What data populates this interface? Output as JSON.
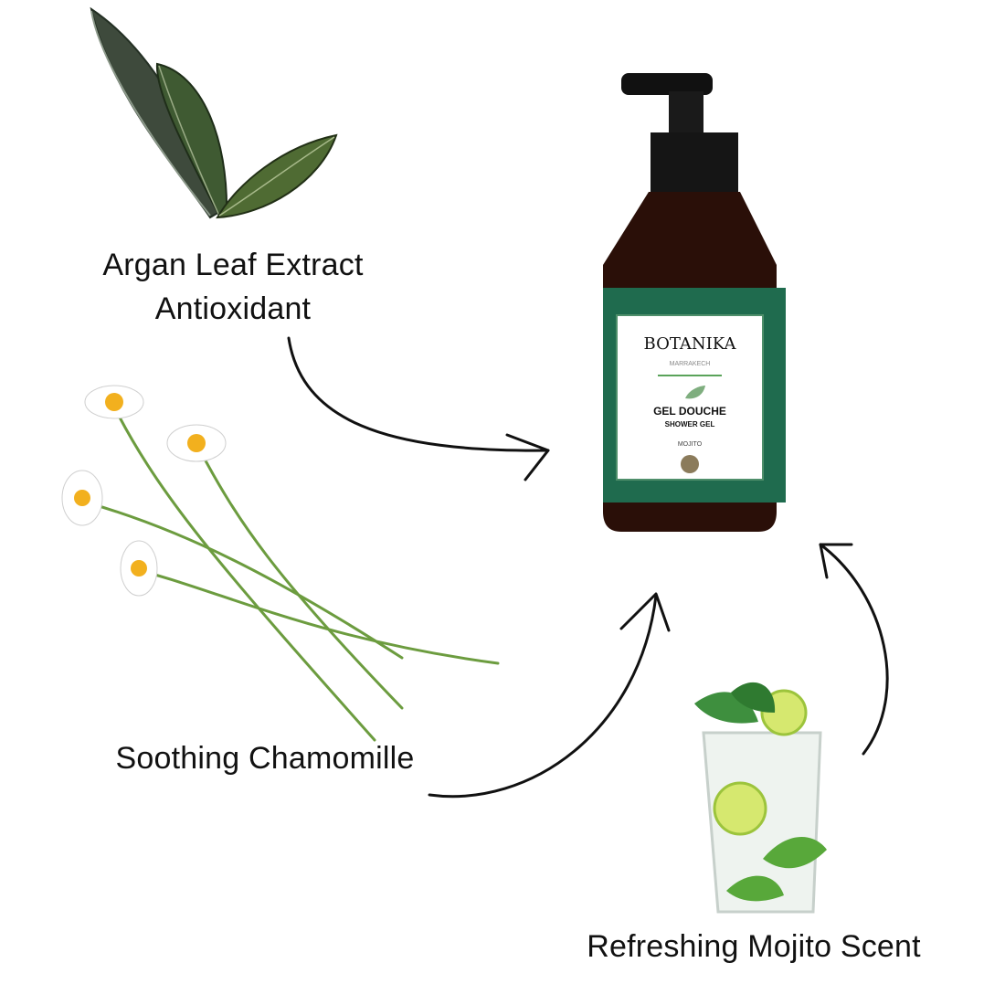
{
  "ingredients": {
    "argan": {
      "line1": "Argan Leaf Extract",
      "line2": "Antioxidant"
    },
    "chamomile": {
      "line1": "Soothing Chamomille"
    },
    "mojito": {
      "line1": "Refreshing Mojito Scent"
    }
  },
  "product": {
    "brand": "BOTANIKA",
    "brand_sub": "MARRAKECH",
    "title": "GEL DOUCHE",
    "subtitle": "SHOWER GEL",
    "variant": "MOJITO"
  },
  "icons": [
    "leaf-icon",
    "chamomile-flower-icon",
    "mojito-glass-icon",
    "arrow-icon"
  ],
  "colors": {
    "bottle": "#2a0f08",
    "label_green": "#1f6b4e",
    "text": "#111111"
  }
}
